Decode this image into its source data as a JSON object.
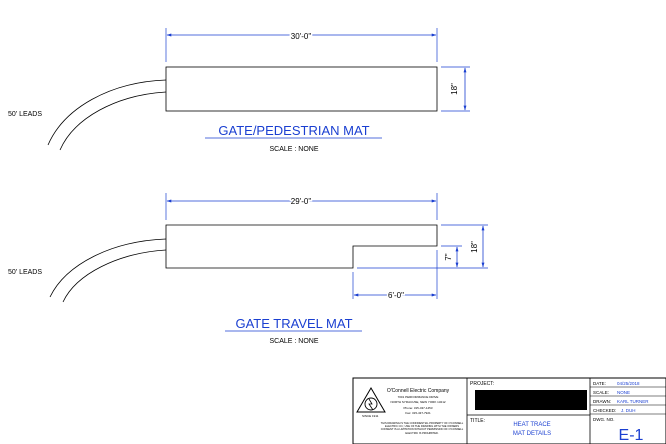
{
  "drawing": {
    "mat1": {
      "title": "GATE/PEDESTRIAN MAT",
      "scale": "SCALE : NONE",
      "length": "30'-0\"",
      "width": "18\"",
      "leads": "50' LEADS"
    },
    "mat2": {
      "title": "GATE TRAVEL MAT",
      "scale": "SCALE : NONE",
      "length": "29'-0\"",
      "width": "18\"",
      "notch_height": "7\"",
      "notch_length": "6'-0\"",
      "leads": "50' LEADS"
    }
  },
  "title_block": {
    "company_name": "O'Connell Electric Company",
    "address_line1": "7001 PERFORMANCE DRIVE",
    "address_line2": "NORTH SYRACUSE, NEW YORK 13212",
    "phone": "Phone: 315-437-1453",
    "fax": "Fax: 315-437-7921",
    "since": "SINCE 1911",
    "notice": "THIS DRAWING IS THE CONFIDENTIAL PROPERTY OF O'CONNELL ELECTRIC CO.; USE OF THE DRAWING WITH THE OWNERS CONSENT IS A LIMITATION WITHOUT PERMISSION OF O'CONNELL ELECTRIC IS PROHIBITED.",
    "project_label": "PROJECT:",
    "title_label": "TITLE:",
    "title_line1": "HEAT TRACE",
    "title_line2": "MAT DETAILS",
    "date_label": "DATE:",
    "date_value": "04/25/2018",
    "scale_label": "SCALE:",
    "scale_value": "NONE",
    "drawn_label": "DRAWN:",
    "drawn_value": "KARL TURNER",
    "checked_label": "CHECKED:",
    "checked_value": "J. DUH",
    "dwg_label": "DWG. NO.",
    "dwg_value": "E-1"
  }
}
